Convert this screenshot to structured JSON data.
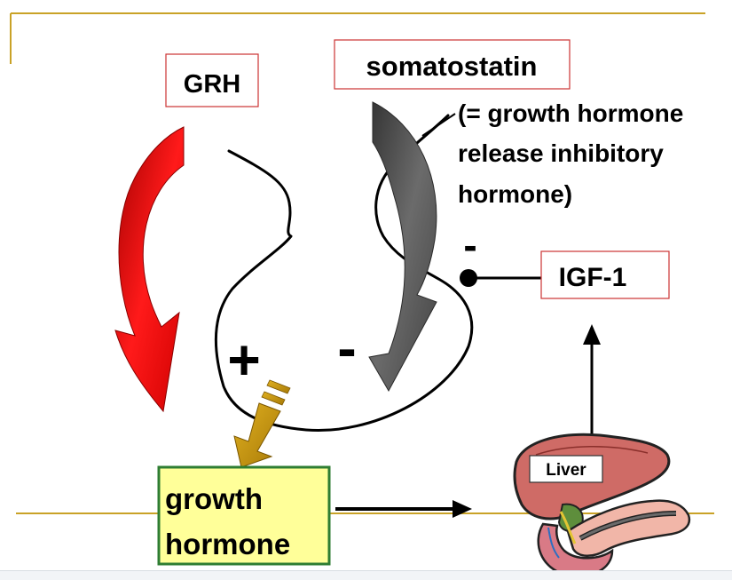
{
  "labels": {
    "grh": "GRH",
    "somatostatin": "somatostatin",
    "somatostatin_note": [
      "(= growth hormone",
      "release inhibitory",
      "hormone)"
    ],
    "igf1": "IGF-1",
    "plus": "+",
    "minus_somatostatin": "-",
    "minus_igf": "-",
    "growth_hormone": [
      "growth",
      "hormone"
    ],
    "liver": "Liver"
  },
  "colors": {
    "slide_rule": "#c9a227",
    "box_border_red": "#cc3333",
    "gh_box_fill": "#ffff99",
    "gh_box_border": "#2e7d32",
    "grh_arrow": "#e00000",
    "somatostatin_arrow": "#555555",
    "gh_arrow": "#c8960c"
  },
  "icons": {
    "liver": "liver-pancreas-illustration"
  }
}
